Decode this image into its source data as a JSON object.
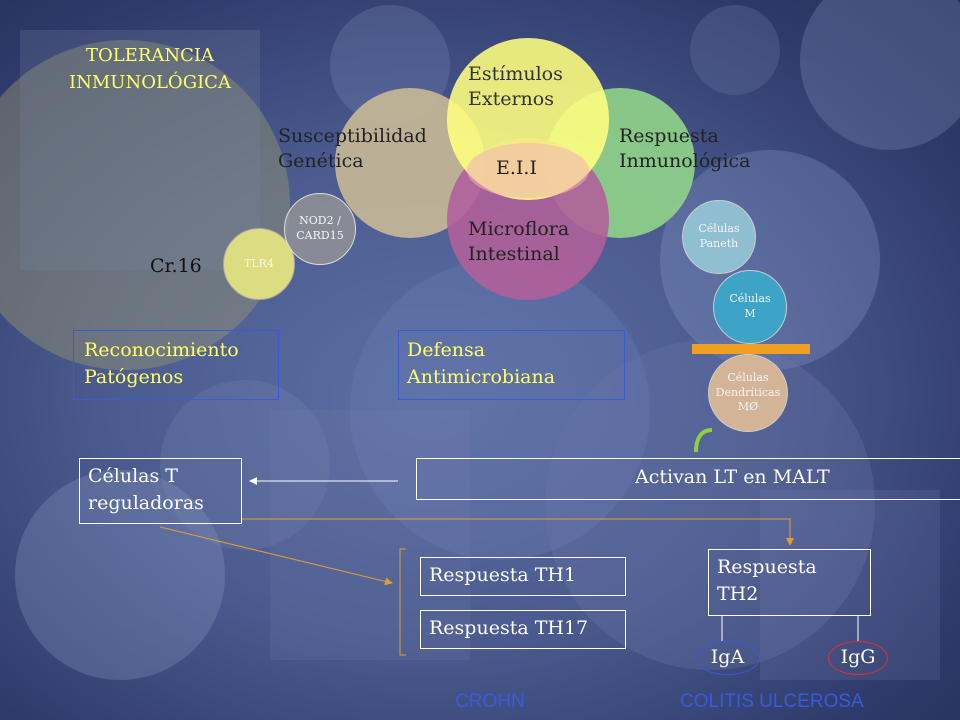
{
  "title_lines": [
    "TOLERANCIA",
    "INMUNOLÓGICA"
  ],
  "venn": {
    "top": [
      "Estímulos",
      "Externos"
    ],
    "left": [
      "Susceptibilidad",
      "Genética"
    ],
    "right": [
      "Respuesta",
      "Inmunológica"
    ],
    "bottom": [
      "Microflora",
      "Intestinal"
    ],
    "center": "E.I.I"
  },
  "genes": {
    "nod2": [
      "NOD2 /",
      "CARD15"
    ],
    "tlr4": "TLR4",
    "chromosome": "Cr.16"
  },
  "cells": {
    "paneth": [
      "Células",
      "Paneth"
    ],
    "m": [
      "Células",
      "M"
    ],
    "dendritic": [
      "Células",
      "Dendríticas",
      "MØ"
    ]
  },
  "boxes": {
    "recognition": [
      "Reconocimiento",
      "Patógenos"
    ],
    "defense": [
      "Defensa",
      "Antimicrobiana"
    ],
    "treg": [
      "Células T",
      "reguladoras"
    ],
    "malt": "Activan LT en MALT",
    "th1": "Respuesta TH1",
    "th17": "Respuesta TH17",
    "th2": [
      "Respuesta",
      "TH2"
    ]
  },
  "antibodies": {
    "iga": "IgA",
    "igg": "IgG"
  },
  "diseases": {
    "crohn": "CROHN",
    "cu": "COLITIS ULCEROSA"
  },
  "colors": {
    "title": "#ffff66",
    "yellow_circle": "#ffff80",
    "green_circle": "#8fd18a",
    "pink_circle": "#b0609a",
    "blue_box_border": "#3a5ad8",
    "orange": "#f0a020"
  }
}
